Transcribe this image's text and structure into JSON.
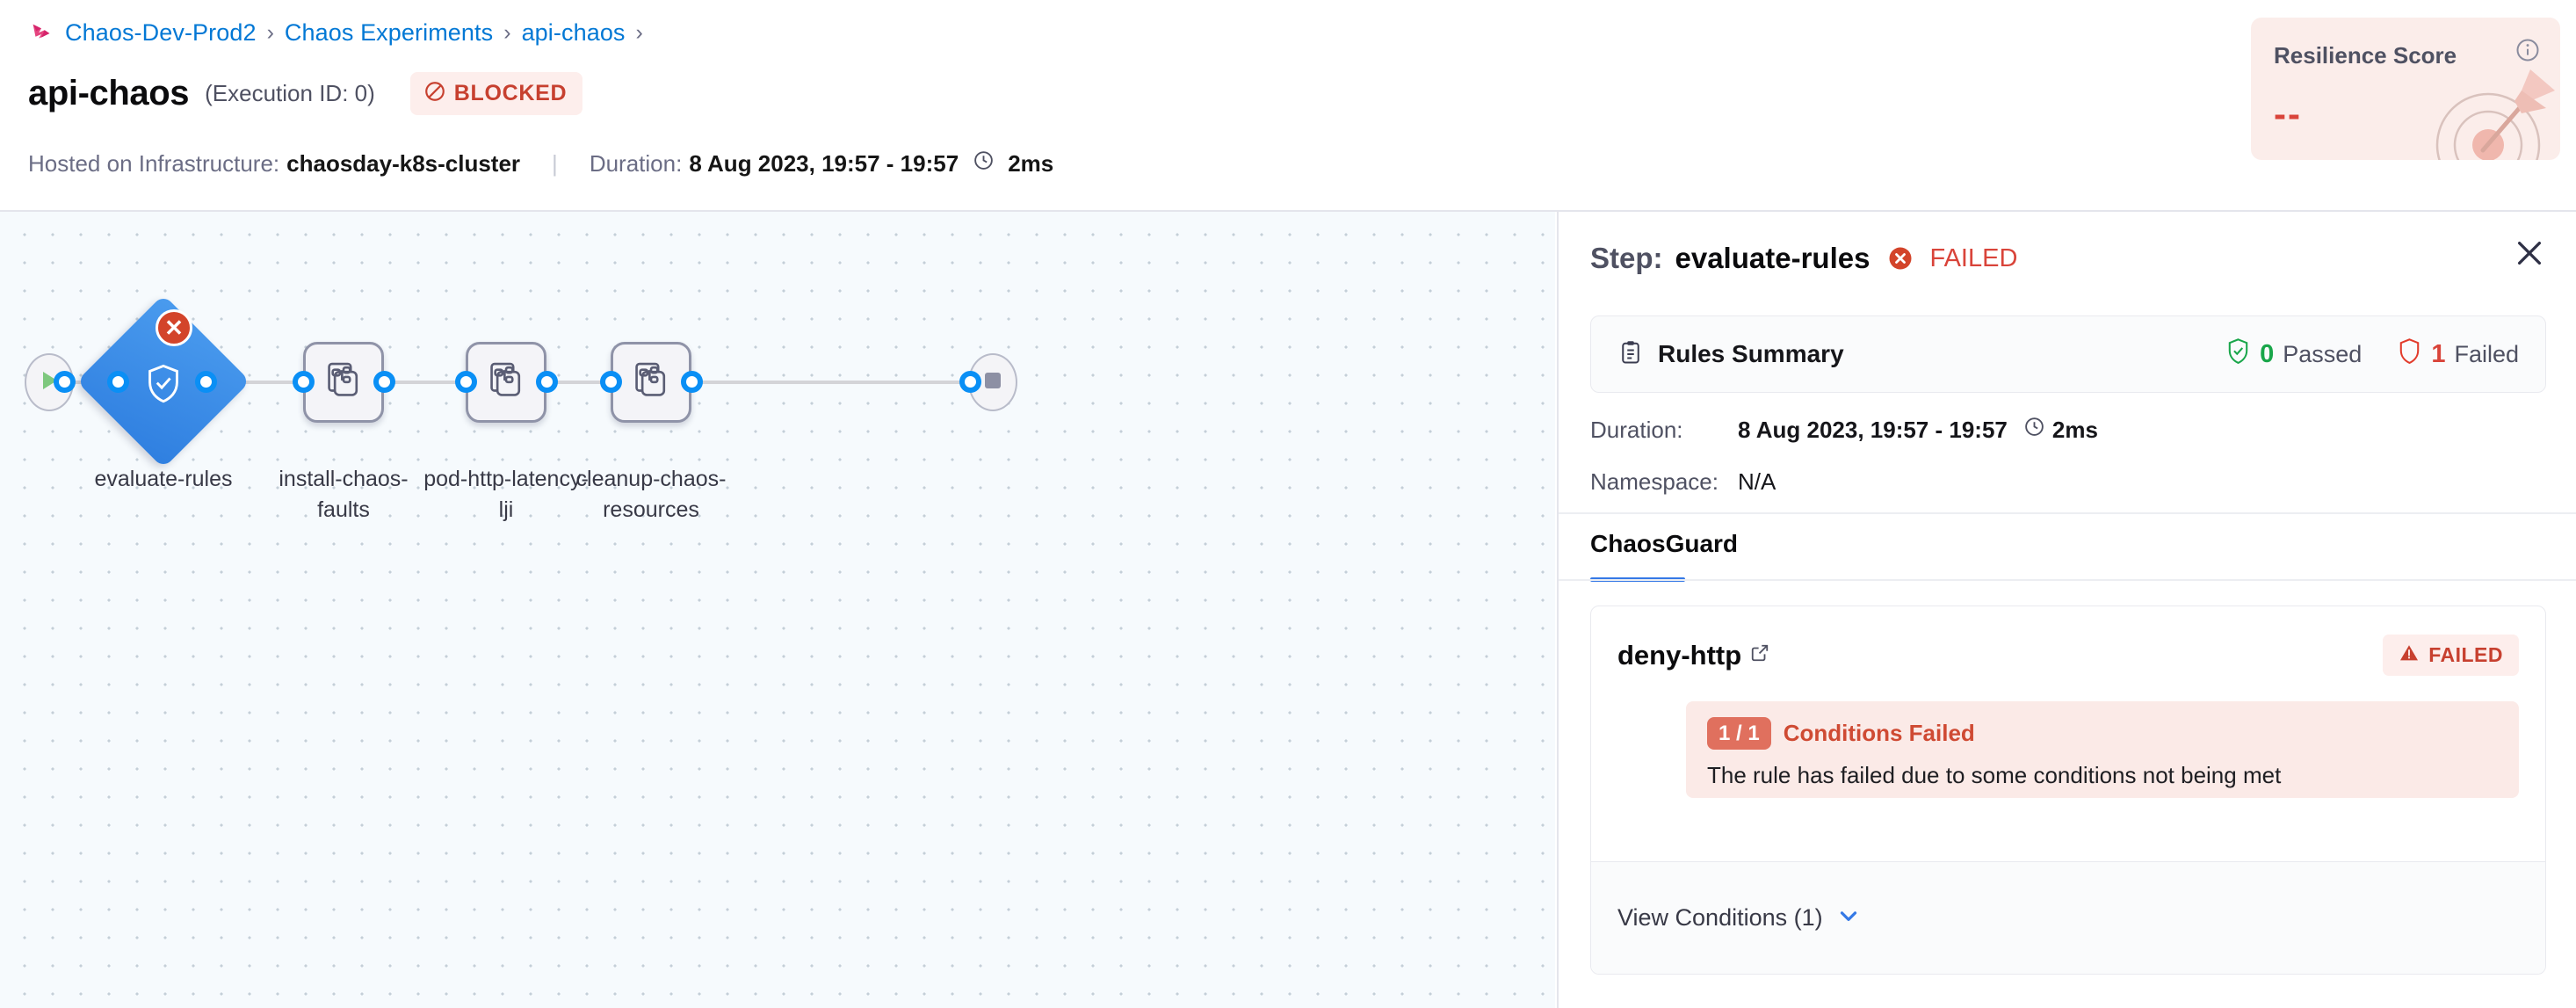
{
  "breadcrumb": {
    "logo_icon": "harness-logo-icon",
    "items": [
      "Chaos-Dev-Prod2",
      "Chaos Experiments",
      "api-chaos"
    ],
    "separator": "›",
    "trailing_separator": "›"
  },
  "header": {
    "title": "api-chaos",
    "execution_id": "(Execution ID: 0)",
    "status_badge": {
      "label": "BLOCKED",
      "icon": "no-entry-icon",
      "color": "#c7402f",
      "bg": "#fdeeec"
    },
    "infra_label": "Hosted on Infrastructure:",
    "infra_value": "chaosday-k8s-cluster",
    "duration_label": "Duration:",
    "duration_range": "8 Aug 2023, 19:57 - 19:57",
    "duration_value": "2ms",
    "clock_icon": "clock-icon"
  },
  "resilience": {
    "title": "Resilience Score",
    "value": "--",
    "info_icon": "info-icon",
    "art_icon": "target-dart-icon",
    "bg": "#fbedea",
    "value_color": "#d9443a"
  },
  "diagram": {
    "start_node": {
      "name": "start",
      "icon": "play-icon"
    },
    "end_node": {
      "name": "end",
      "icon": "stop-icon"
    },
    "nodes": [
      {
        "id": "evaluate-rules",
        "label": "evaluate-rules",
        "type": "diamond",
        "icon": "shield-check-icon",
        "status": "failed",
        "status_icon": "x-circle-icon"
      },
      {
        "id": "install-chaos-faults",
        "label": "install-chaos-faults",
        "label_line1": "install-chaos-",
        "label_line2": "faults",
        "type": "step",
        "icon": "chaos-cards-icon"
      },
      {
        "id": "pod-http-latency-lji",
        "label": "pod-http-latency-lji",
        "label_line1": "pod-http-latency-",
        "label_line2": "lji",
        "type": "step",
        "icon": "chaos-cards-icon"
      },
      {
        "id": "cleanup-chaos-resources",
        "label": "cleanup-chaos-resources",
        "label_line1": "cleanup-chaos-",
        "label_line2": "resources",
        "type": "step",
        "icon": "chaos-cards-icon"
      }
    ]
  },
  "panel": {
    "title_prefix": "Step:",
    "step_name": "evaluate-rules",
    "status": "FAILED",
    "status_icon": "x-circle-icon",
    "close_icon": "close-icon",
    "rules_summary": {
      "icon": "clipboard-icon",
      "label": "Rules Summary",
      "passed_count": "0",
      "passed_label": "Passed",
      "passed_icon": "shield-check-icon",
      "failed_count": "1",
      "failed_label": "Failed",
      "failed_icon": "shield-outline-icon"
    },
    "duration_label": "Duration:",
    "duration_range": "8 Aug 2023, 19:57 - 19:57",
    "duration_value": "2ms",
    "namespace_label": "Namespace:",
    "namespace_value": "N/A",
    "tabs": [
      {
        "label": "ChaosGuard",
        "active": true
      }
    ],
    "rule": {
      "name": "deny-http",
      "external_link_icon": "external-link-icon",
      "status_badge": {
        "label": "FAILED",
        "icon": "warning-triangle-icon"
      },
      "conditions_pill": "1 / 1",
      "conditions_title": "Conditions Failed",
      "conditions_desc": "The rule has failed due to some conditions not being met",
      "view_conditions_label": "View Conditions (1)",
      "chevron_icon": "chevron-down-icon"
    }
  },
  "colors": {
    "accent_blue": "#0278d5",
    "tab_active": "#3579e6",
    "danger": "#d9443a",
    "success": "#19a64a",
    "canvas_bg": "#f6fafd",
    "node_blue": "#2f7fe0"
  }
}
